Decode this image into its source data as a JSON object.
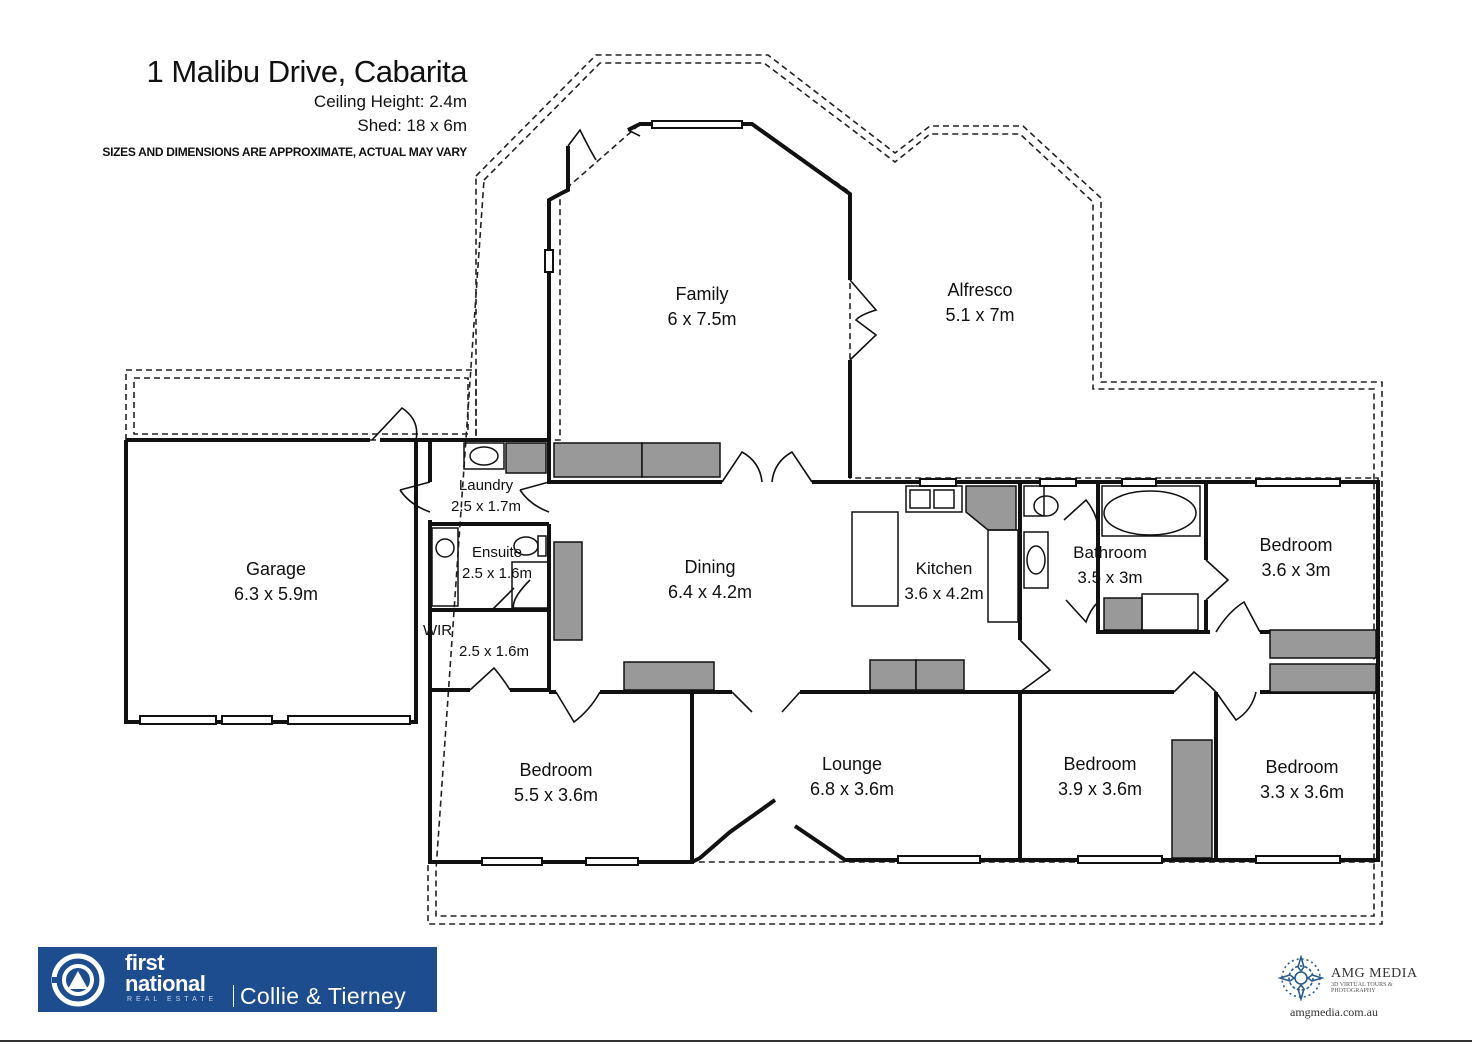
{
  "header": {
    "title": "1 Malibu Drive, Cabarita",
    "ceiling": "Ceiling Height: 2.4m",
    "shed": "Shed: 18 x 6m",
    "disclaimer": "SIZES AND DIMENSIONS ARE APPROXIMATE, ACTUAL MAY VARY"
  },
  "rooms": {
    "family": {
      "name": "Family",
      "size": "6 x 7.5m"
    },
    "alfresco": {
      "name": "Alfresco",
      "size": "5.1 x 7m"
    },
    "garage": {
      "name": "Garage",
      "size": "6.3 x 5.9m"
    },
    "laundry": {
      "name": "Laundry",
      "size": "2.5 x 1.7m"
    },
    "ensuite": {
      "name": "Ensuite",
      "size": "2.5 x 1.6m"
    },
    "wir": {
      "name": "WIR",
      "size": "2.5 x 1.6m"
    },
    "dining": {
      "name": "Dining",
      "size": "6.4 x 4.2m"
    },
    "kitchen": {
      "name": "Kitchen",
      "size": "3.6 x 4.2m"
    },
    "bathroom": {
      "name": "Bathroom",
      "size": "3.5 x 3m"
    },
    "bedroom_ne": {
      "name": "Bedroom",
      "size": "3.6 x 3m"
    },
    "bedroom_sw": {
      "name": "Bedroom",
      "size": "5.5 x 3.6m"
    },
    "lounge": {
      "name": "Lounge",
      "size": "6.8 x 3.6m"
    },
    "bedroom_s": {
      "name": "Bedroom",
      "size": "3.9 x 3.6m"
    },
    "bedroom_se": {
      "name": "Bedroom",
      "size": "3.3 x 3.6m"
    }
  },
  "agency": {
    "line1": "first",
    "line2": "national",
    "line3": "REAL ESTATE",
    "office": "Collie & Tierney",
    "color": "#1d4c8f"
  },
  "photographer": {
    "name": "AMG MEDIA",
    "tagline": "3D VIRTUAL TOURS & PHOTOGRAPHY",
    "url": "amgmedia.com.au"
  },
  "colors": {
    "wall": "#111111",
    "fixture": "#999999"
  }
}
